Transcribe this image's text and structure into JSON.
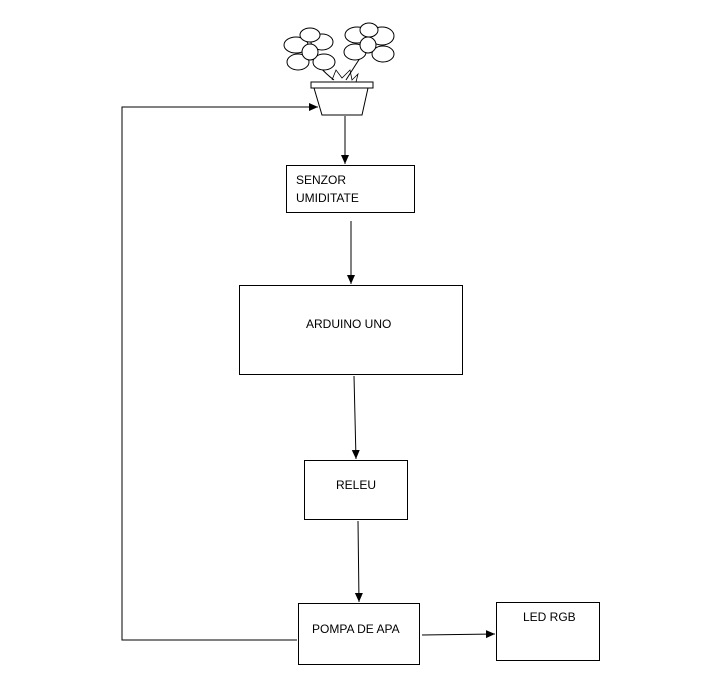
{
  "diagram": {
    "nodes": {
      "senzor": {
        "line1": "SENZOR",
        "line2": "UMIDITATE"
      },
      "arduino": {
        "label": "ARDUINO UNO"
      },
      "releu": {
        "label": "RELEU"
      },
      "pompa": {
        "label": "POMPA DE APA"
      },
      "led": {
        "label": "LED RGB"
      }
    },
    "plant_icon": "potted-flower-icon",
    "edges": [
      {
        "from": "plant",
        "to": "senzor"
      },
      {
        "from": "senzor",
        "to": "arduino"
      },
      {
        "from": "arduino",
        "to": "releu"
      },
      {
        "from": "releu",
        "to": "pompa"
      },
      {
        "from": "pompa",
        "to": "led"
      },
      {
        "from": "pompa",
        "to": "plant"
      }
    ],
    "colors": {
      "stroke": "#000000",
      "background": "#ffffff"
    }
  }
}
